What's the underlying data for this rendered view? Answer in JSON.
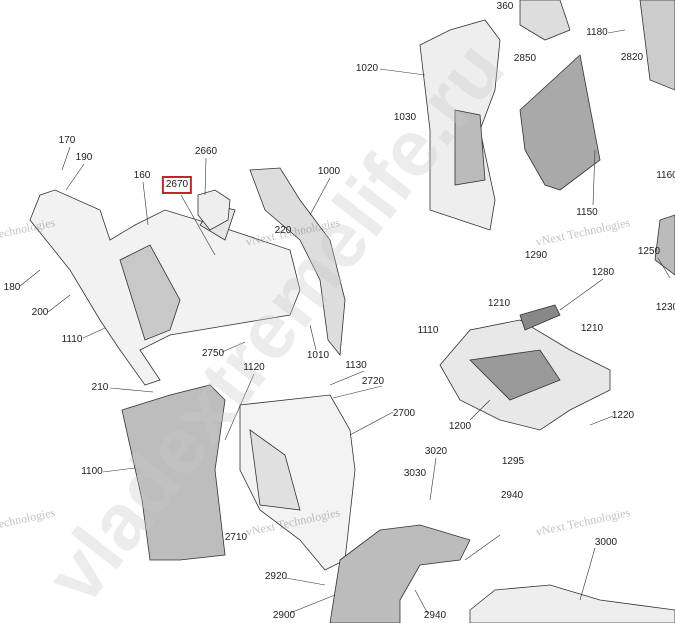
{
  "diagram": {
    "highlighted_callout": "2670",
    "highlight_color": "#c0262d",
    "callouts": [
      {
        "id": "c360",
        "text": "360"
      },
      {
        "id": "c1180",
        "text": "1180"
      },
      {
        "id": "c2850",
        "text": "2850"
      },
      {
        "id": "c2820",
        "text": "2820"
      },
      {
        "id": "c1020",
        "text": "1020"
      },
      {
        "id": "c1030",
        "text": "1030"
      },
      {
        "id": "c1000",
        "text": "1000"
      },
      {
        "id": "c170",
        "text": "170"
      },
      {
        "id": "c190",
        "text": "190"
      },
      {
        "id": "c160",
        "text": "160"
      },
      {
        "id": "c2670",
        "text": "2670"
      },
      {
        "id": "c2660",
        "text": "2660"
      },
      {
        "id": "c1160",
        "text": "1160"
      },
      {
        "id": "c1150",
        "text": "1150"
      },
      {
        "id": "c220",
        "text": "220"
      },
      {
        "id": "c1290",
        "text": "1290"
      },
      {
        "id": "c1250",
        "text": "1250"
      },
      {
        "id": "c1280",
        "text": "1280"
      },
      {
        "id": "c180",
        "text": "180"
      },
      {
        "id": "c200",
        "text": "200"
      },
      {
        "id": "c1210a",
        "text": "1210"
      },
      {
        "id": "c1230",
        "text": "1230"
      },
      {
        "id": "c1110a",
        "text": "1110"
      },
      {
        "id": "c1110b",
        "text": "1110"
      },
      {
        "id": "c1210b",
        "text": "1210"
      },
      {
        "id": "c2750",
        "text": "2750"
      },
      {
        "id": "c1010",
        "text": "1010"
      },
      {
        "id": "c1120",
        "text": "1120"
      },
      {
        "id": "c1130",
        "text": "1130"
      },
      {
        "id": "c2720",
        "text": "2720"
      },
      {
        "id": "c210",
        "text": "210"
      },
      {
        "id": "c2700",
        "text": "2700"
      },
      {
        "id": "c1200",
        "text": "1200"
      },
      {
        "id": "c1220",
        "text": "1220"
      },
      {
        "id": "c1100",
        "text": "1100"
      },
      {
        "id": "c1295",
        "text": "1295"
      },
      {
        "id": "c3020",
        "text": "3020"
      },
      {
        "id": "c3030",
        "text": "3030"
      },
      {
        "id": "c2940a",
        "text": "2940"
      },
      {
        "id": "c2710",
        "text": "2710"
      },
      {
        "id": "c3000",
        "text": "3000"
      },
      {
        "id": "c2920",
        "text": "2920"
      },
      {
        "id": "c2900",
        "text": "2900"
      },
      {
        "id": "c2940b",
        "text": "2940"
      }
    ],
    "watermark_small": "vNext Technologies",
    "watermark_large": "vladextremelife.ru"
  }
}
